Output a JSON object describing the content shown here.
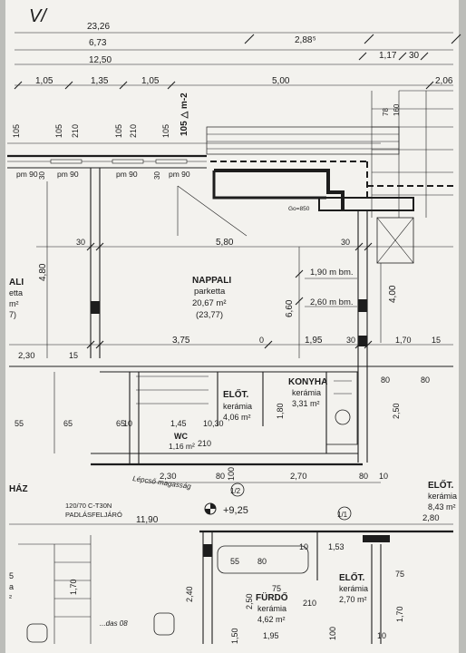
{
  "handwritten_mark": "V/",
  "top_dimensions": {
    "overall": "23,26",
    "left_block": "6,73",
    "right_block": "2,88⁵",
    "row3_left": "12,50",
    "row3_mid": "1,17",
    "row3_right": "30",
    "row4_a": "1,05",
    "row4_b": "1,35",
    "row4_c": "1,05",
    "row4_d": "5,00",
    "row4_e": "2,06",
    "stair_side_1": "78",
    "stair_side_2": "160"
  },
  "level_marker": "105 △ m-2",
  "vertical_left_dims": [
    "105",
    "105",
    "210",
    "105",
    "210",
    "105"
  ],
  "window_tags": [
    "pm 90",
    "pm 90",
    "pm 90",
    "pm 90"
  ],
  "small_dims": {
    "d30a": "30",
    "d30b": "30",
    "d30c": "30",
    "d30d": "30",
    "d30e": "30",
    "d30f": "30",
    "d15": "15",
    "d2_30": "2,30",
    "d0": "0",
    "d1_70a": "1,70",
    "d1_70b": "1,70",
    "d15b": "15",
    "d80a": "80",
    "d80b": "80",
    "d10": "10",
    "d65a": "65",
    "d65b": "65",
    "d55": "55",
    "d1_45": "1,45",
    "d10_30": "10,30",
    "d210a": "210",
    "d80c": "80",
    "d2_30b": "2,30",
    "d100a": "100",
    "d2_70": "2,70",
    "d80d": "80",
    "d10b": "10",
    "d11_90": "11,90",
    "d1_53": "1,53",
    "d10c": "10",
    "d2_80": "2,80",
    "d75a": "75",
    "d75b": "75",
    "d55b": "55",
    "d80e": "80",
    "d2_40": "2,40",
    "d1_70c": "1,70",
    "d2_50": "2,50",
    "d210b": "210",
    "d1_50": "1,50",
    "d1_95": "1,95",
    "d100b": "100",
    "d10d": "10"
  },
  "main_dims": {
    "d5_80": "5,80",
    "d4_80": "4,80",
    "d6_60": "6,60",
    "d3_75": "3,75",
    "d1_95": "1,95",
    "d4_00": "4,00",
    "d2_50": "2,50",
    "d1_80": "1,80",
    "d2_30": "2,30",
    "d1_70": "1,70"
  },
  "heights": {
    "h1": "1,90 m bm.",
    "h2": "2,60 m bm."
  },
  "rooms": {
    "nappali": {
      "name": "NAPPALI",
      "floor": "parketta",
      "area": "20,67 m²",
      "alt_area": "(23,77)"
    },
    "konyha": {
      "name": "KONYHA",
      "floor": "kerámia",
      "area": "3,31 m²"
    },
    "elot1": {
      "name": "ELŐT.",
      "floor": "kerámia",
      "area": "4,06 m²"
    },
    "wc": {
      "name": "WC",
      "area": "1,16 m²"
    },
    "elot2": {
      "name": "ELŐT.",
      "floor": "kerámia",
      "area": "8,43 m²"
    },
    "elot3": {
      "name": "ELŐT.",
      "floor": "kerámia",
      "area": "2,70 m²"
    },
    "furdo": {
      "name": "FÜRDŐ",
      "floor": "kerámia",
      "area": "4,62 m²"
    },
    "left_fragment": {
      "name": "ALI",
      "floor": "etta",
      "area": "m²",
      "alt": "7)"
    },
    "haz_fragment": {
      "name": "HÁZ"
    },
    "left_bottom_fragment": {
      "line1": "5",
      "line2": "a",
      "line3": "²"
    }
  },
  "attic": {
    "line1": "120/70 C-T30N",
    "line2": "PADLÁSFELJÁRÓ"
  },
  "level_bottom": "+9,25",
  "section_mark": "1/2",
  "section_mark_2": "1/1",
  "small_note": "Go=850",
  "handwritten_note": "Lépcső magasság",
  "handwritten_bottom": "...das 08"
}
